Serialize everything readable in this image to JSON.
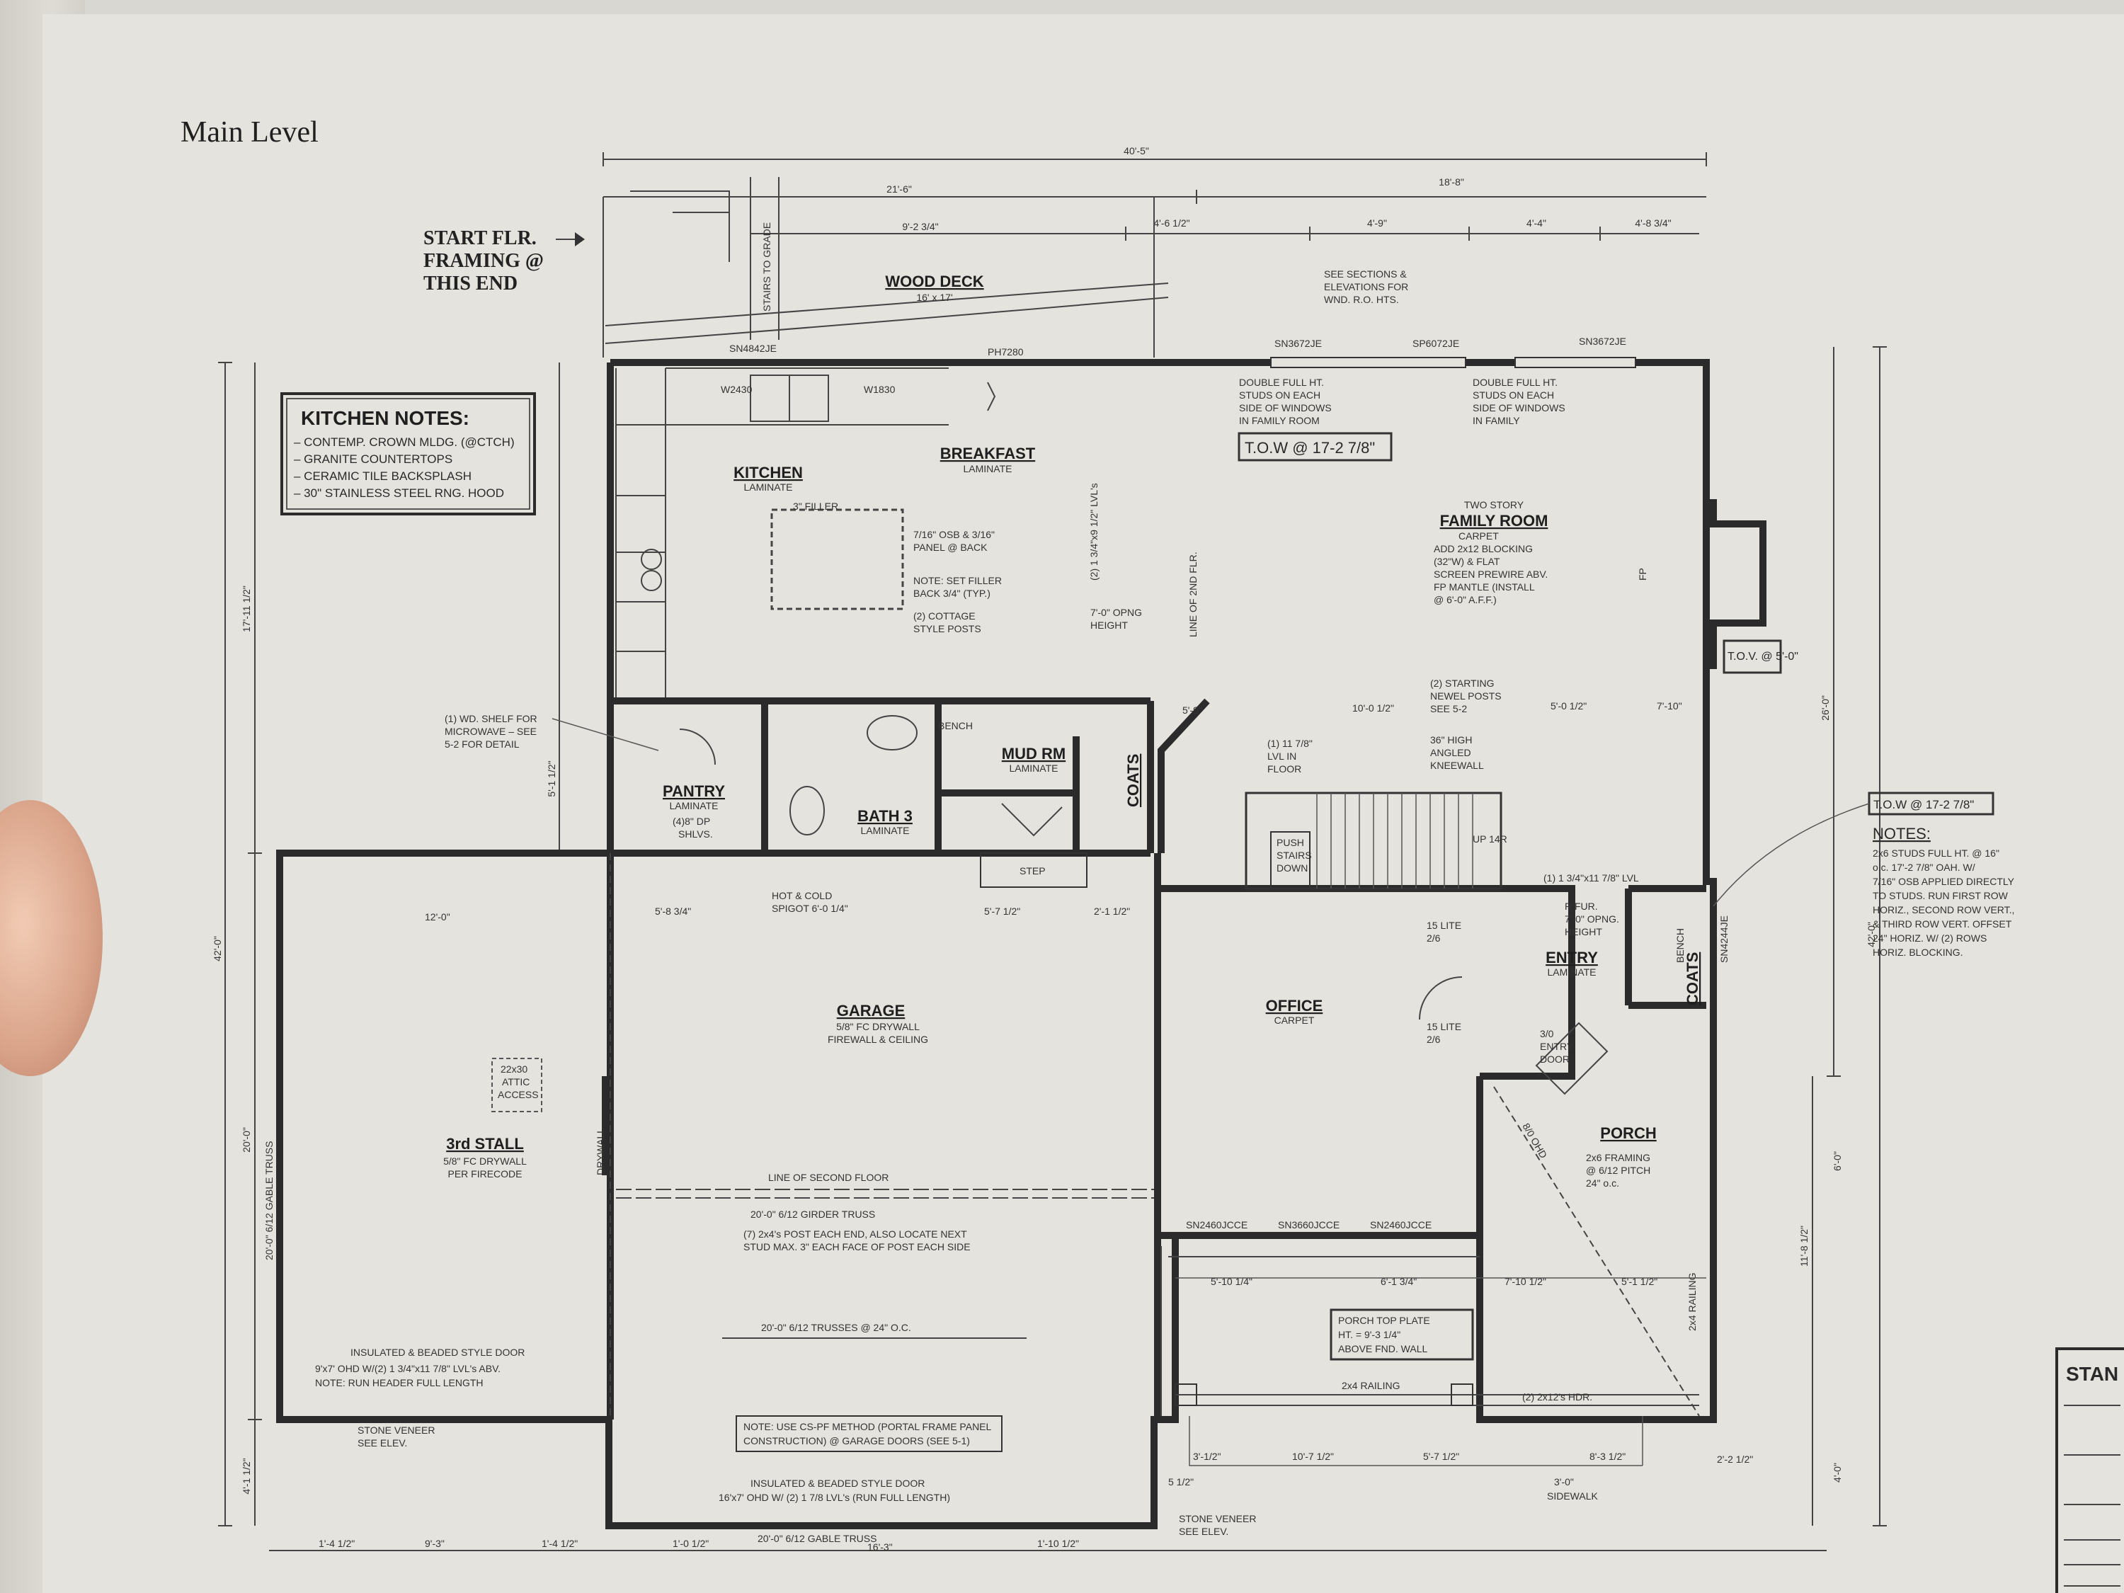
{
  "sheet": {
    "title": "Main Level"
  },
  "framing_note": {
    "lines": [
      "START FLR.",
      "FRAMING @",
      "THIS END"
    ]
  },
  "kitchen_notes": {
    "title": "KITCHEN NOTES:",
    "items": [
      "– CONTEMP. CROWN MLDG. (@CTCH)",
      "– GRANITE COUNTERTOPS",
      "– CERAMIC TILE BACKSPLASH",
      "– 30\" STAINLESS STEEL RNG. HOOD"
    ]
  },
  "rooms": {
    "wood_deck": {
      "name": "WOOD DECK",
      "sub": "16' x 17'"
    },
    "kitchen": {
      "name": "KITCHEN",
      "sub": "LAMINATE"
    },
    "breakfast": {
      "name": "BREAKFAST",
      "sub": "LAMINATE"
    },
    "family_room": {
      "name": "FAMILY ROOM",
      "pre": "TWO STORY",
      "sub": "CARPET"
    },
    "pantry": {
      "name": "PANTRY",
      "sub": "LAMINATE"
    },
    "bath3": {
      "name": "BATH 3",
      "sub": "LAMINATE"
    },
    "mud_rm": {
      "name": "MUD RM",
      "sub": "LAMINATE"
    },
    "coats1": {
      "name": "COATS"
    },
    "coats2": {
      "name": "COATS"
    },
    "garage": {
      "name": "GARAGE",
      "sub1": "5/8\" FC DRYWALL",
      "sub2": "FIREWALL & CEILING"
    },
    "stall": {
      "name": "3rd STALL",
      "sub1": "5/8\" FC DRYWALL",
      "sub2": "PER FIRECODE"
    },
    "office": {
      "name": "OFFICE",
      "sub": "CARPET"
    },
    "entry": {
      "name": "ENTRY",
      "sub": "LAMINATE"
    },
    "porch": {
      "name": "PORCH",
      "sub1": "2x6 FRAMING",
      "sub2": "@ 6/12 PITCH",
      "sub3": "24\" o.c."
    },
    "bench1": {
      "name": "BENCH"
    },
    "bench2": {
      "name": "BENCH"
    }
  },
  "callouts": {
    "tow1": "T.O.W @ 17-2 7/8\"",
    "tow2": "T.O.W @ 17-2 7/8\"",
    "tov": "T.O.V. @ 5'-0\"",
    "porch_plate": [
      "PORCH TOP PLATE",
      "HT. = 9'-3 1/4\"",
      "ABOVE FND. WALL"
    ],
    "garage_note": [
      "NOTE: USE CS-PF METHOD (PORTAL FRAME PANEL",
      "CONSTRUCTION) @ GARAGE DOORS (SEE 5-1)"
    ],
    "double_full_1": [
      "DOUBLE FULL HT.",
      "STUDS ON EACH",
      "SIDE OF WINDOWS",
      "IN FAMILY ROOM"
    ],
    "double_full_2": [
      "DOUBLE FULL HT.",
      "STUDS ON EACH",
      "SIDE OF WINDOWS",
      "IN FAMILY"
    ],
    "see_sections": [
      "SEE SECTIONS &",
      "ELEVATIONS FOR",
      "WND. R.O. HTS."
    ]
  },
  "notes": {
    "title": "NOTES:",
    "items": [
      "2x6 STUDS FULL HT. @ 16\"",
      "o.c. 17'-2 7/8\" OAH. W/",
      "7/16\" OSB APPLIED DIRECTLY",
      "TO STUDS. RUN FIRST ROW",
      "HORIZ., SECOND ROW VERT.,",
      "& THIRD ROW VERT. OFFSET",
      "24\" HORIZ. W/ (2) ROWS",
      "HORIZ. BLOCKING."
    ]
  },
  "standard_notes": {
    "title": "STAN"
  },
  "plan_labels": {
    "line_second_floor": "LINE OF SECOND FLOOR",
    "girder_truss": "20'-0\" 6/12 GIRDER TRUSS",
    "posts_note": [
      "(7) 2x4's POST EACH END, ALSO LOCATE NEXT",
      "STUD MAX. 3\" EACH FACE OF POST EACH SIDE"
    ],
    "trusses": "20'-0\" 6/12 TRUSSES @ 24\" O.C.",
    "gable_truss_bottom": "20'-0\" 6/12 GABLE TRUSS",
    "gable_truss_left": "20'-0\" 6/12 GABLE TRUSS",
    "insulated_door_1": [
      "INSULATED & BEADED STYLE DOOR",
      "9'x7' OHD W/(2) 1 3/4\"x11 7/8\" LVL's ABV.",
      "NOTE: RUN HEADER FULL LENGTH"
    ],
    "insulated_door_2": [
      "INSULATED & BEADED STYLE DOOR",
      "16'x7' OHD W/ (2) 1 7/8 LVL's (RUN FULL LENGTH)"
    ],
    "stone_1": [
      "STONE VENEER",
      "SEE ELEV."
    ],
    "stone_2": [
      "STONE VENEER",
      "SEE ELEV."
    ],
    "attic": [
      "22x30",
      "ATTIC",
      "ACCESS"
    ],
    "hot_cold": [
      "HOT & COLD",
      "SPIGOT 6'-0 1/4\""
    ],
    "filler": "3\" FILLER",
    "osb_panel": [
      "7/16\" OSB & 3/16\"",
      "PANEL @ BACK"
    ],
    "set_filler": [
      "NOTE: SET FILLER",
      "BACK 3/4\" (TYP.)"
    ],
    "cottage_posts": [
      "(2) COTTAGE",
      "STYLE POSTS"
    ],
    "opening": [
      "7'-0\" OPNG",
      "HEIGHT"
    ],
    "shelf": [
      "(1) WD. SHELF FOR",
      "MICROWAVE – SEE",
      "5-2 FOR DETAIL"
    ],
    "pantry_shelves": [
      "(4)8\" DP",
      "SHLVS."
    ],
    "newel": [
      "(2) STARTING",
      "NEWEL POSTS",
      "SEE 5-2"
    ],
    "kneewall": [
      "36\" HIGH",
      "ANGLED",
      "KNEEWALL"
    ],
    "lvl_floor": [
      "(1) 11 7/8\"",
      "LVL IN",
      "FLOOR"
    ],
    "push_stairs": [
      "PUSH",
      "STAIRS",
      "DOWN"
    ],
    "blocking": [
      "ADD 2x12 BLOCKING",
      "(32\"W) & FLAT",
      "SCREEN PREWIRE ABV.",
      "FP MANTLE (INSTALL",
      "@ 6'-0\" A.F.F.)"
    ],
    "railing_1": "2x4 RAILING",
    "railing_2": "2x4 RAILING",
    "railing_3": "(2) 2x12's HDR.",
    "door_label": "8/0 OHD",
    "entry_door": [
      "3/0",
      "ENTRY",
      "DOOR"
    ],
    "step": "STEP",
    "drywall": "DRYWALL",
    "line_2nd": "LINE OF 2ND FLR.",
    "stairs_to_grade": "STAIRS TO GRADE",
    "lvls": "(2) 1 3/4\"x9 1/2\" LVL's",
    "lvl_entry": "(1) 1 3/4\"x11 7/8\" LVL",
    "r_fur": "R FUR.",
    "opng_entry": [
      "7'-0\" OPNG.",
      "HEIGHT"
    ],
    "fp": "FP",
    "up": "UP 14R",
    "sidelite_1": [
      "15 LITE",
      "2/6"
    ],
    "sidelite_2": [
      "15 LITE",
      "2/6"
    ]
  },
  "windows": [
    "SN4842JE",
    "PH7280",
    "SN3672JE",
    "SP6072JE",
    "SN3672JE",
    "SN2460JCCE",
    "SN3660JCCE",
    "SN2460JCCE",
    "W2430",
    "W1830",
    "SN4244JE"
  ],
  "dimensions": {
    "overall_top": "40'-5\"",
    "top_left": "21'-6\"",
    "top_right": "18'-8\"",
    "seg1": "9'-2 3/4\"",
    "seg2": "4'-6 1/2\"",
    "seg3": "4'-9\"",
    "seg4": "4'-4\"",
    "seg5": "4'-8 3/4\"",
    "left_overall": "42'-0\"",
    "left_upper": "17'-11 1/2\"",
    "left_mid": "5'-1 1/2\"",
    "left_lower": "20'-0\"",
    "left_bottom": "4'-1 1/2\"",
    "right_overall": "42'-0\"",
    "right_a": "26'-0\"",
    "right_b": "11'-8 1/2\"",
    "right_c": "6'-0\"",
    "right_d": "4'-0\"",
    "garage_w": "12'-0\"",
    "garage_a": "5'-8 3/4\"",
    "garage_b": "5'-7 1/2\"",
    "garage_c": "2'-1 1/2\"",
    "office_a": "5'-9\"",
    "office_b": "10'-0 1/2\"",
    "office_c": "5'-0 1/2\"",
    "office_d": "7'-10\"",
    "porch_a": "5'-10 1/4\"",
    "porch_b": "6'-1 3/4\"",
    "porch_c": "7'-10 1/2\"",
    "porch_d": "5'-1 1/2\"",
    "bottom_a": "1'-4 1/2\"",
    "bottom_b": "9'-3\"",
    "bottom_c": "1'-4 1/2\"",
    "bottom_d": "1'-0 1/2\"",
    "bottom_e": "16'-3\"",
    "bottom_f": "1'-10 1/2\"",
    "bottom_g": "8'-3 1/2\"",
    "bottom_h": "3'-0\"",
    "bottom_i": "SIDEWALK",
    "bottom_j": "10'-7 1/2\"",
    "bottom_k": "5'-7 1/2\"",
    "bottom_l": "2'-2 1/2\"",
    "bottom_m": "3'-1/2\"",
    "bottom_n": "5 1/2\""
  }
}
